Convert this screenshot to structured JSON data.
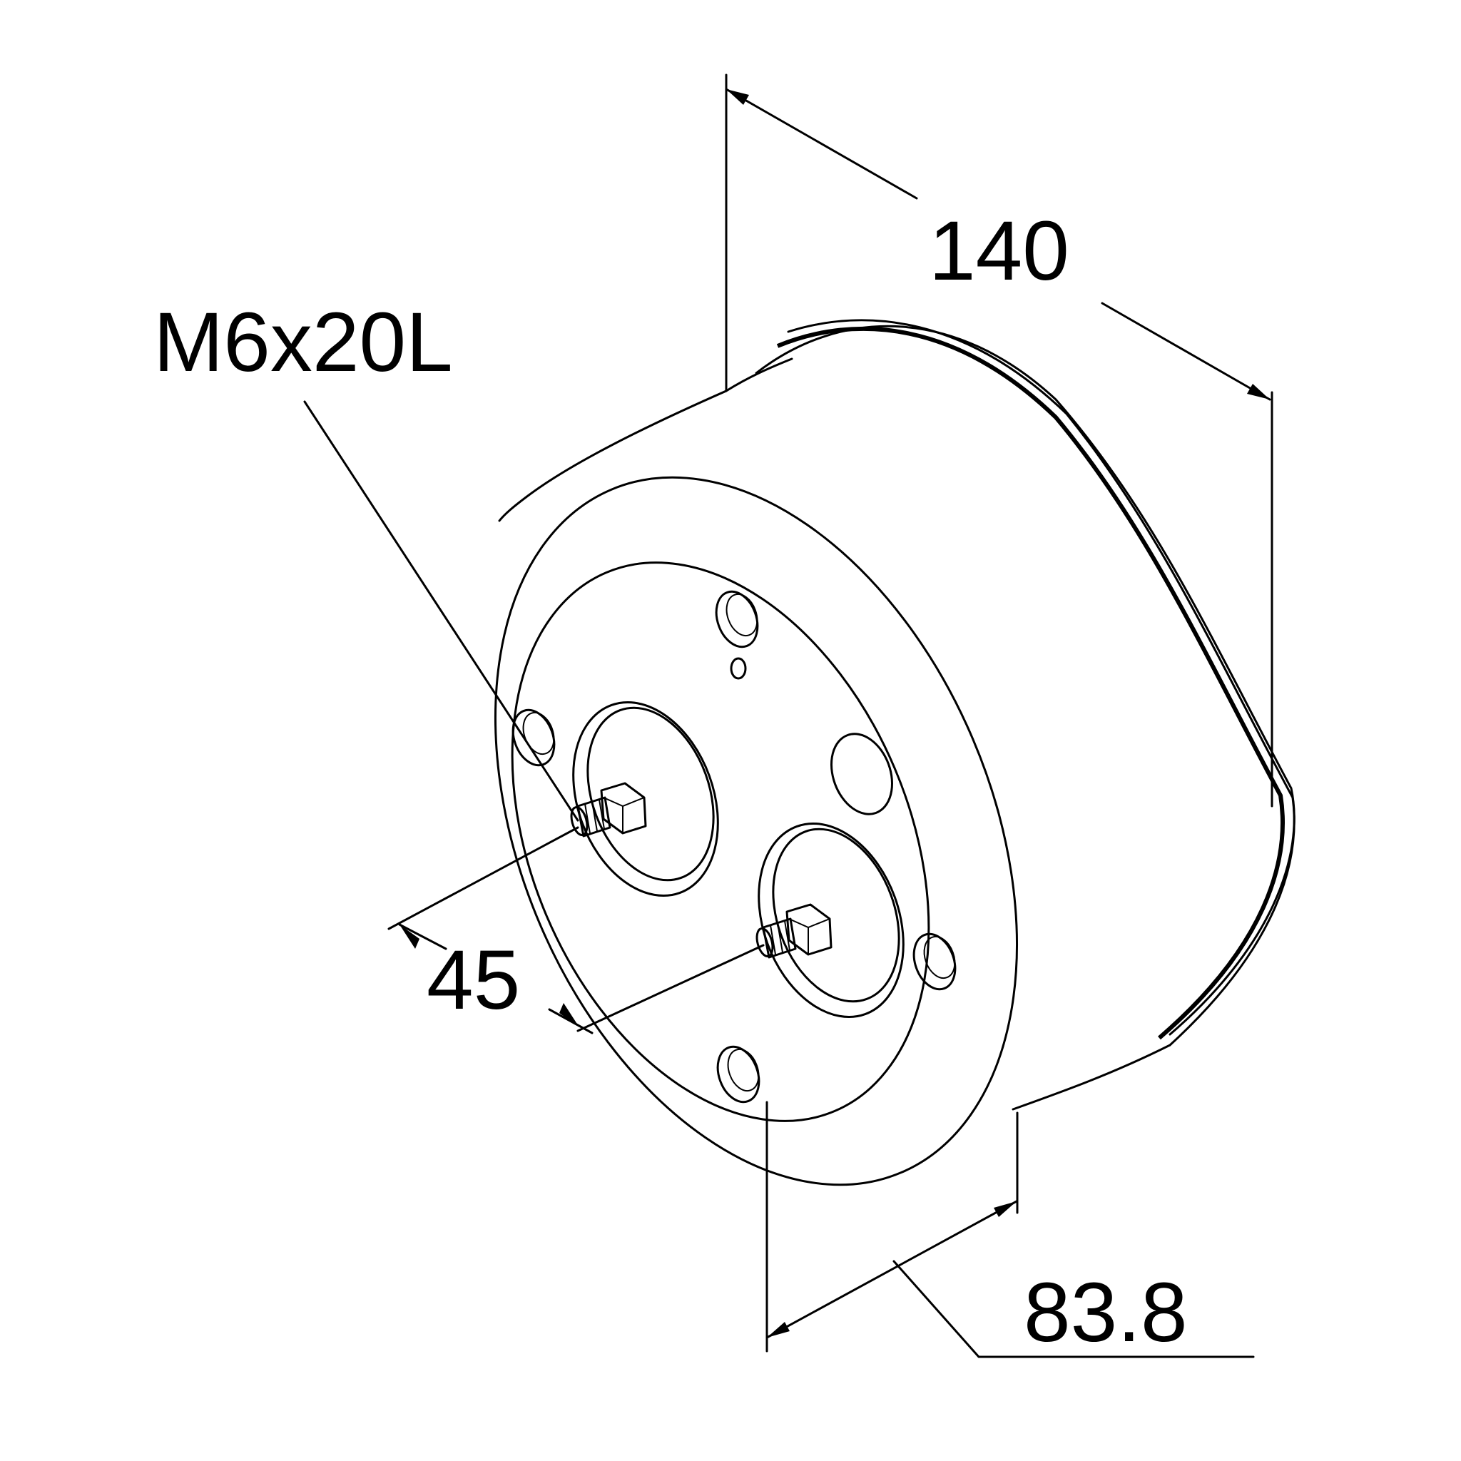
{
  "drawing": {
    "dimensions": {
      "diameter": "140",
      "thread_spec": "M6x20L",
      "bolt_spacing": "45",
      "depth": "83.8"
    }
  }
}
